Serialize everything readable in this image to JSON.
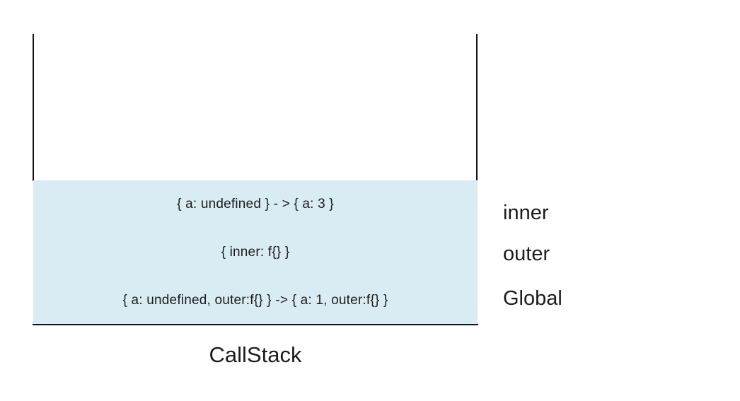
{
  "diagram": {
    "caption": "CallStack",
    "frames": [
      {
        "label": "inner",
        "content": "{ a: undefined } - > { a: 3 }"
      },
      {
        "label": "outer",
        "content": "{ inner: f{} }"
      },
      {
        "label": "Global",
        "content": "{ a: undefined, outer:f{} } -> { a: 1, outer:f{} }"
      }
    ],
    "colors": {
      "frame_fill": "#daecf3",
      "stroke": "#141414",
      "text": "#1c1c1c"
    }
  }
}
